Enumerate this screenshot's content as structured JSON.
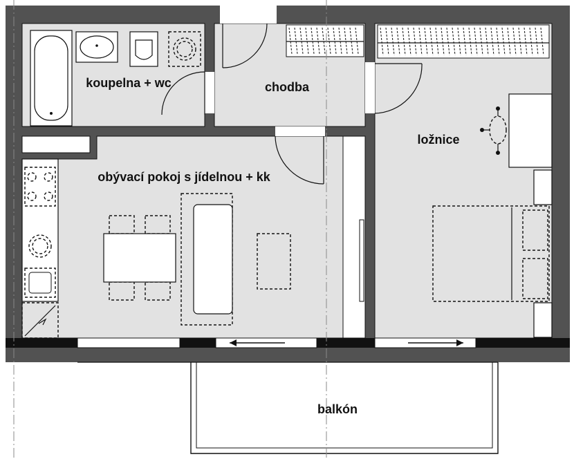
{
  "rooms": {
    "bathroom": "koupelna + wc",
    "hallway": "chodba",
    "bedroom": "ložnice",
    "living": "obývací pokoj s jídelnou + kk",
    "balcony": "balkón"
  },
  "colors": {
    "wall": "#525252",
    "floor": "#e2e2e2",
    "window_band": "#111111",
    "outline": "#111111"
  }
}
